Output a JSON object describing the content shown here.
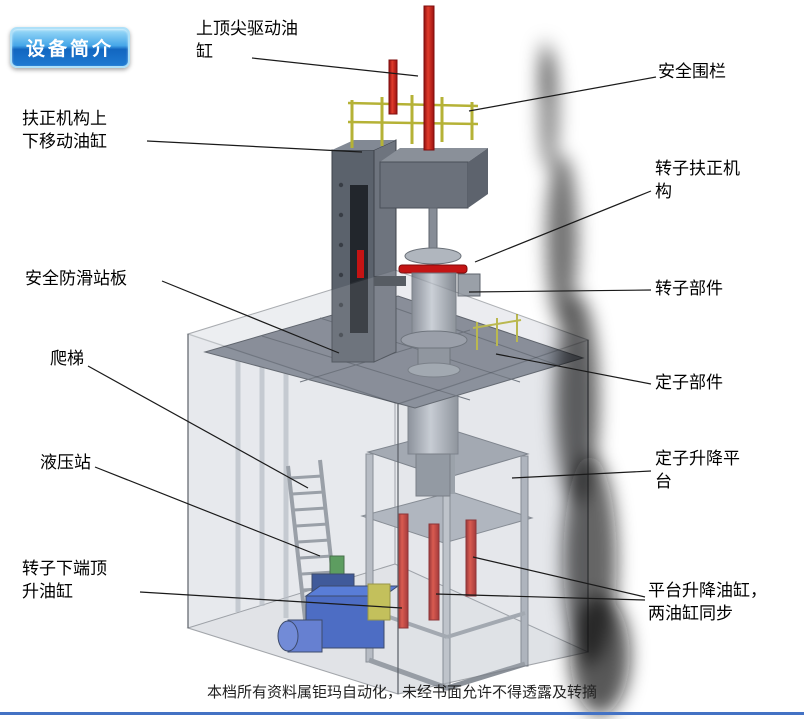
{
  "badge": {
    "label": "设备简介"
  },
  "footer": {
    "text": "本档所有资料属钜玛自动化，未经书面允许不得透露及转摘"
  },
  "diagram": {
    "labels": [
      "上顶尖驱动油缸",
      "安全围栏",
      "扶正机构上下移动油缸",
      "转子扶正机构",
      "安全防滑站板",
      "转子部件",
      "爬梯",
      "定子部件",
      "液压站",
      "定子升降平台",
      "转子下端顶升油缸",
      "平台升降油缸，两油缸同步"
    ],
    "colors": {
      "cylinder_red": "#c41414",
      "railing_yellow": "#b5b236",
      "hydraulic_blue": "#2a52c0",
      "structure_gray": "#aab0b8",
      "platform_gray": "#7b818d",
      "badge_blue": "#1e7ad2",
      "footer_line_blue": "#4472c4"
    }
  }
}
